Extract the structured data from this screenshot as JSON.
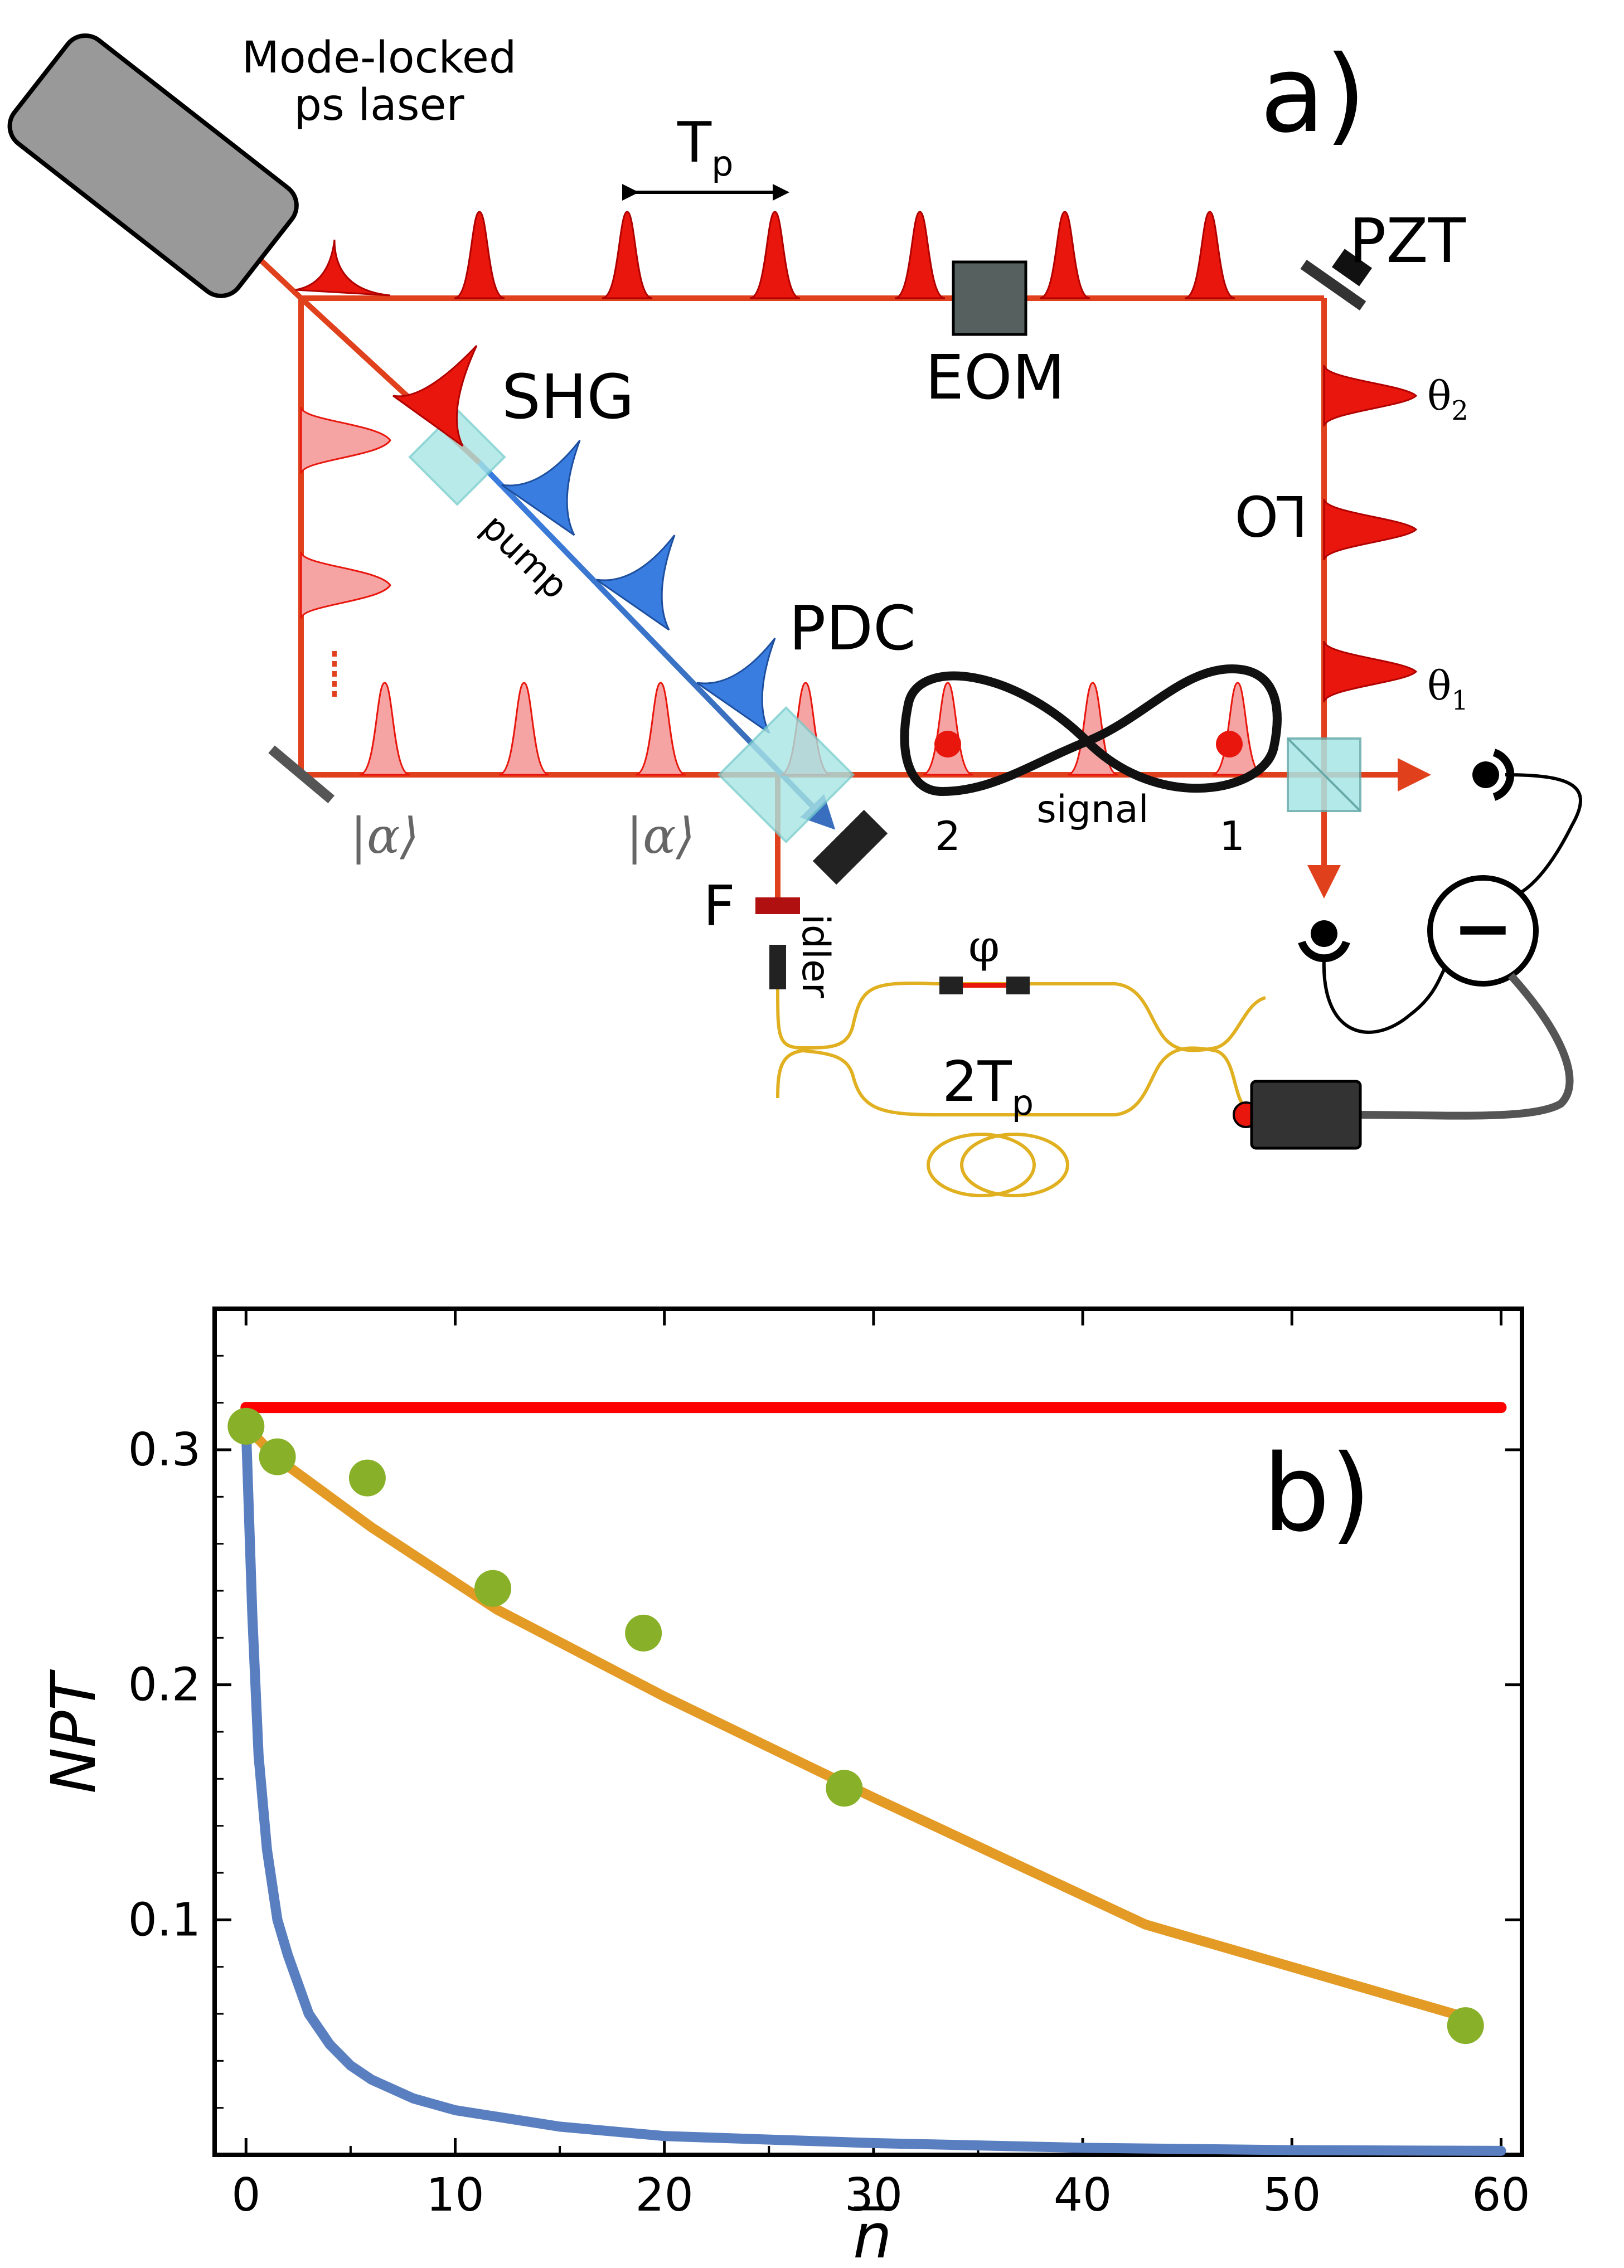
{
  "panel_a": {
    "label": "a)",
    "laser_label_line1": "Mode-locked",
    "laser_label_line2": "ps laser",
    "tp_label": "T",
    "tp_sub": "p",
    "pzt_label": "PZT",
    "eom_label": "EOM",
    "shg_label": "SHG",
    "pump_label": "pump",
    "pdc_label": "PDC",
    "lo_label": "LO",
    "theta2_label": "θ",
    "theta2_sub": "2",
    "theta1_label": "θ",
    "theta1_sub": "1",
    "signal_label": "signal",
    "mode2_label": "2",
    "mode1_label": "1",
    "alpha_label_1": "|α⟩",
    "alpha_label_2": "|α⟩",
    "filter_label": "F",
    "idler_label": "idler",
    "phi_label": "φ",
    "delay_label": "2T",
    "delay_sub": "p",
    "minus_label": "−",
    "colors": {
      "beam_red": "#e0401c",
      "pulse_red": "#e8160c",
      "pulse_faded": "#f5a3a3",
      "pump_blue": "#3a7de0",
      "fiber_yellow": "#e0b020",
      "crystal_cyan": "#a8e6e6",
      "eom_gray": "#55605f"
    }
  },
  "panel_b": {
    "label": "b)",
    "ylabel": "NPT",
    "xlabel": "n",
    "x_ticks": [
      "0",
      "10",
      "20",
      "30",
      "40",
      "50",
      "60"
    ],
    "y_ticks": [
      "0.1",
      "0.2",
      "0.3"
    ]
  },
  "chart_data": {
    "type": "line",
    "xlabel": "n̄",
    "ylabel": "NPT",
    "xlim": [
      -1.5,
      61
    ],
    "ylim": [
      0,
      0.36
    ],
    "series": [
      {
        "color": "#ff0000",
        "kind": "line",
        "x": [
          0,
          60
        ],
        "y": [
          0.318,
          0.318
        ]
      },
      {
        "color": "#e49b26",
        "kind": "line",
        "x": [
          0,
          1.4,
          6,
          12,
          20,
          30,
          43,
          58.5
        ],
        "y": [
          0.31,
          0.297,
          0.267,
          0.232,
          0.195,
          0.152,
          0.098,
          0.058
        ]
      },
      {
        "color": "#5a7fc0",
        "kind": "line",
        "x": [
          0,
          0.3,
          0.6,
          1,
          1.5,
          2,
          3,
          4,
          5,
          6,
          8,
          10,
          15,
          20,
          30,
          40,
          50,
          60
        ],
        "y": [
          0.31,
          0.23,
          0.17,
          0.13,
          0.1,
          0.085,
          0.06,
          0.047,
          0.038,
          0.032,
          0.024,
          0.019,
          0.012,
          0.008,
          0.005,
          0.003,
          0.002,
          0.0017
        ]
      },
      {
        "color": "#88b028",
        "kind": "scatter",
        "x": [
          0,
          1.5,
          5.8,
          11.8,
          19,
          28.6,
          58.3
        ],
        "y": [
          0.31,
          0.297,
          0.288,
          0.241,
          0.222,
          0.156,
          0.055
        ]
      }
    ]
  }
}
